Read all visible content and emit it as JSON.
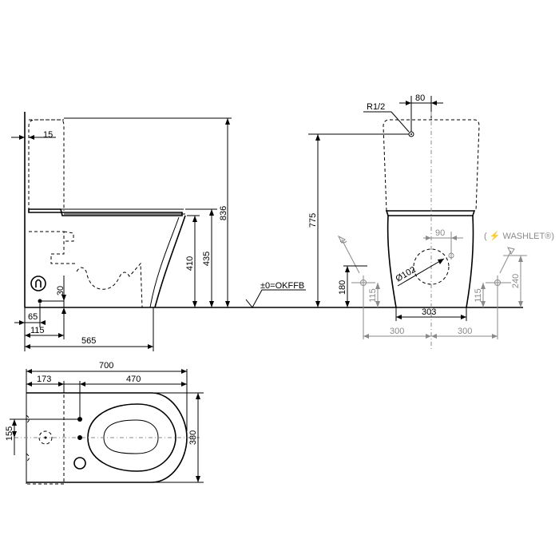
{
  "side_view": {
    "dims": {
      "d836": "836",
      "d435": "435",
      "d410": "410",
      "d15": "15",
      "d30": "30",
      "d65": "65",
      "d115": "115",
      "d565": "565"
    },
    "floor_label": "±0=OKFFB"
  },
  "front_view": {
    "dims": {
      "d775": "775",
      "r12": "R1/2",
      "d80": "80",
      "d90": "90",
      "washlet": "( ⚡ WASHLET®)",
      "d102": "Ø102",
      "d180": "180",
      "d240": "240",
      "d115a": "115",
      "d115b": "115",
      "d303": "303",
      "d300a": "300",
      "d300b": "300"
    }
  },
  "plan_view": {
    "dims": {
      "d700": "700",
      "d173": "173",
      "d470": "470",
      "d155": "155",
      "d380": "380"
    }
  },
  "icons": {
    "warning": "lightning-bolt-icon",
    "supply": "arrow-down-icon"
  }
}
